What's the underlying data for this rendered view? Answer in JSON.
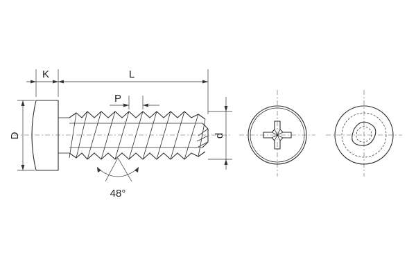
{
  "dimensions": {
    "k_label": "K",
    "l_label": "L",
    "p_label": "P",
    "d_major_label": "D",
    "d_minor_label": "d",
    "angle_label": "48°"
  },
  "views": [
    "side-view",
    "phillips-head-end-view",
    "tip-end-view"
  ]
}
